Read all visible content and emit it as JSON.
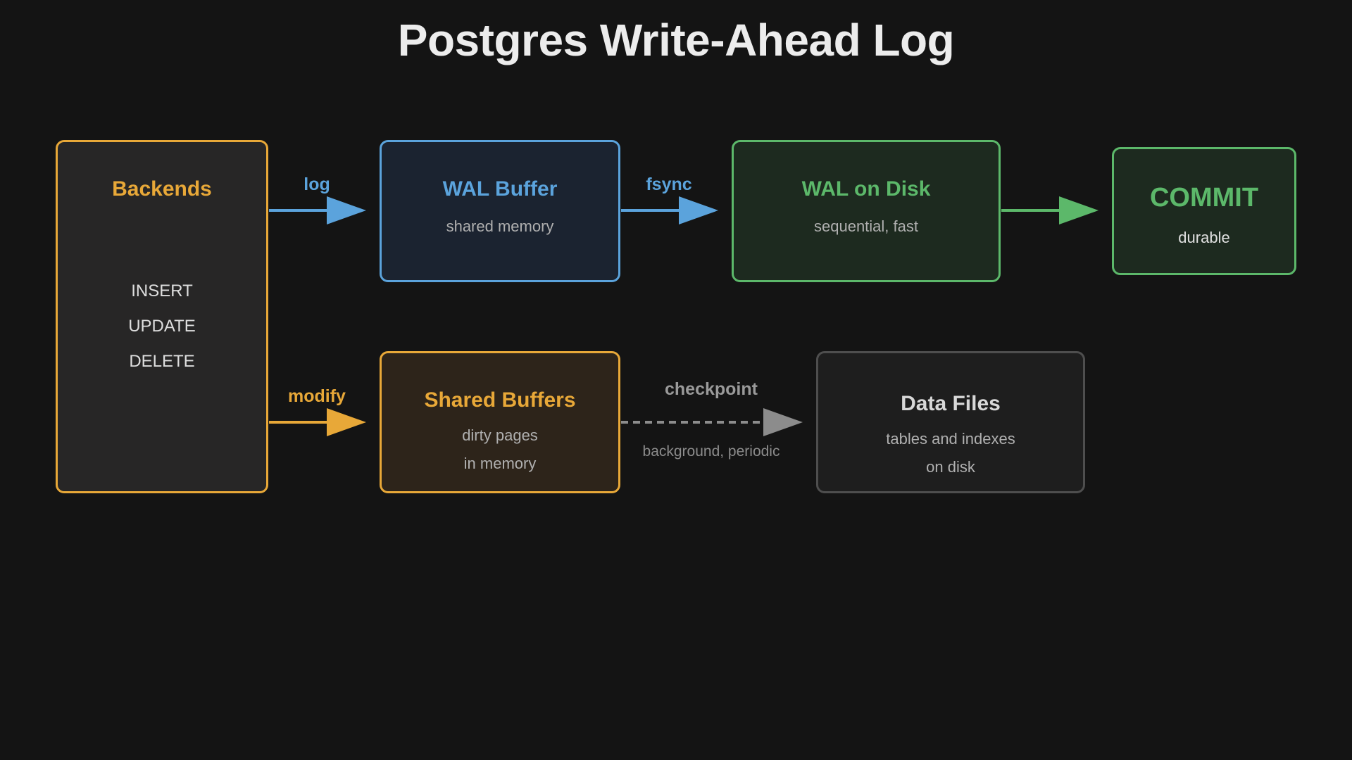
{
  "title": "Postgres Write-Ahead Log",
  "colors": {
    "background": "#141414",
    "orange": "#e8a838",
    "blue": "#5ba3dc",
    "green": "#5cb86a",
    "gray": "#8c8c8c"
  },
  "nodes": {
    "backends": {
      "title": "Backends",
      "operations": [
        "INSERT",
        "UPDATE",
        "DELETE"
      ]
    },
    "wal_buffer": {
      "title": "WAL Buffer",
      "subtitle": "shared memory"
    },
    "wal_on_disk": {
      "title": "WAL on Disk",
      "subtitle": "sequential, fast"
    },
    "commit": {
      "title": "COMMIT",
      "subtitle": "durable"
    },
    "shared_buffers": {
      "title": "Shared Buffers",
      "subtitle_lines": [
        "dirty pages",
        "in memory"
      ]
    },
    "data_files": {
      "title": "Data Files",
      "subtitle_lines": [
        "tables and indexes",
        "on disk"
      ]
    }
  },
  "edges": {
    "log": {
      "label": "log"
    },
    "fsync": {
      "label": "fsync"
    },
    "modify": {
      "label": "modify"
    },
    "checkpoint": {
      "label": "checkpoint",
      "note": "background, periodic",
      "style": "dashed"
    }
  }
}
